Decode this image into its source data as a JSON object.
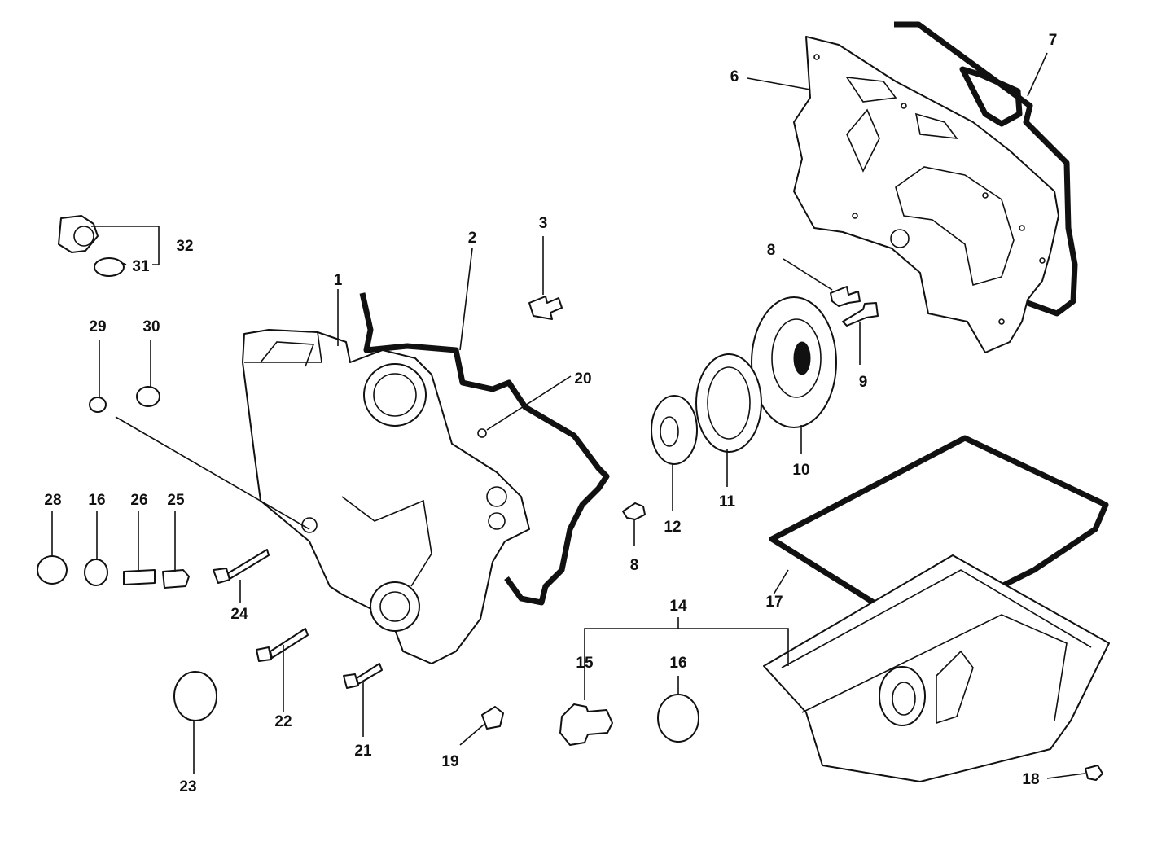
{
  "callouts": [
    "1",
    "2",
    "3",
    "6",
    "7",
    "8",
    "8",
    "9",
    "10",
    "11",
    "12",
    "14",
    "15",
    "16",
    "16",
    "17",
    "18",
    "19",
    "20",
    "21",
    "22",
    "23",
    "24",
    "25",
    "26",
    "28",
    "29",
    "30",
    "31",
    "32"
  ]
}
